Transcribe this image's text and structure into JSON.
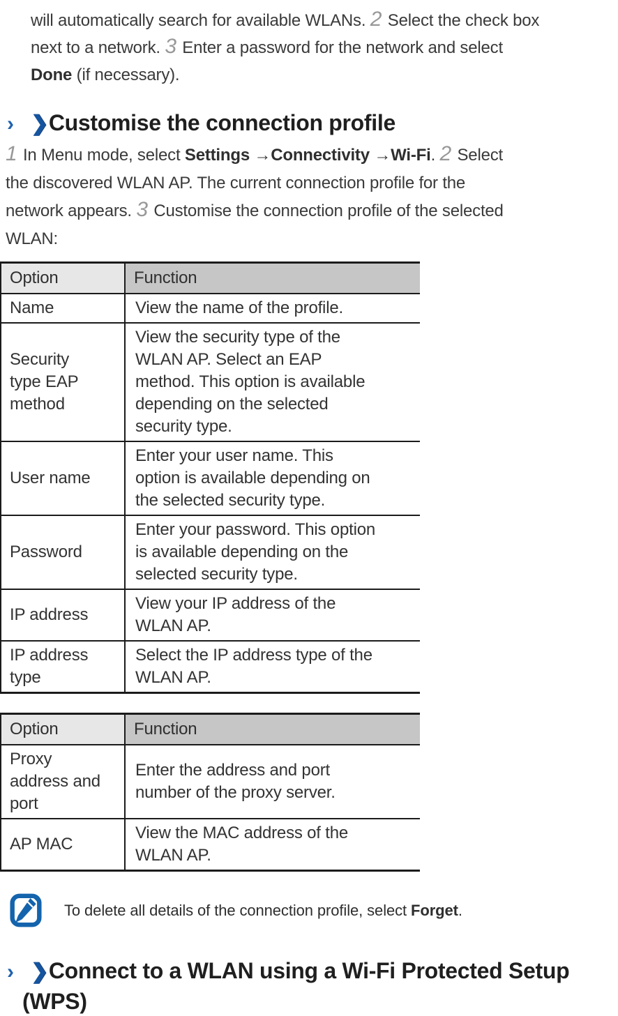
{
  "intro": {
    "l1a": "will automatically search for available WLANs. ",
    "step2": "2",
    "l1b": " Select the check box",
    "l2a": "next to a network. ",
    "step3": "3",
    "l2b": " Enter a password for the network and select",
    "l3_bold": "Done",
    "l3b": " (if necessary)."
  },
  "section1": {
    "marker": "›",
    "chevron": "❯",
    "title": "Customise the connection profile"
  },
  "steps": {
    "step1": "1",
    "t1": " In Menu mode, select ",
    "b1": "Settings",
    "t2": " →",
    "b2": "Connectivity",
    "t3": " →",
    "b3": "Wi-Fi",
    "t4": ". ",
    "step2": "2",
    "t5": " Select",
    "l2": "the discovered WLAN AP. The current connection profile for the",
    "l3a": "network appears. ",
    "step3": "3",
    "l3b": " Customise the connection profile of the selected",
    "l4": "WLAN:"
  },
  "table1": {
    "headers": {
      "option": "Option",
      "function": "Function"
    },
    "rows": [
      {
        "option": "Name",
        "function": "View the name of the profile."
      },
      {
        "option": "Security\ntype EAP\nmethod",
        "function": "View the security type of the\nWLAN AP. Select an EAP\nmethod. This option is available\ndepending on the selected\nsecurity type."
      },
      {
        "option": "User name",
        "function": "Enter your user name. This\noption is available depending on\nthe selected security type."
      },
      {
        "option": "Password",
        "function": "Enter your password. This option\nis available depending on the\nselected security type."
      },
      {
        "option": "IP address",
        "function": "View your IP address of the\nWLAN AP."
      },
      {
        "option": "IP address\ntype",
        "function": "Select the IP address type of the\nWLAN AP."
      }
    ]
  },
  "table2": {
    "headers": {
      "option": "Option",
      "function": "Function"
    },
    "rows": [
      {
        "option": "Proxy\naddress and\nport",
        "function": "Enter the address and port\nnumber of the proxy server."
      },
      {
        "option": "AP MAC",
        "function": "View the MAC address of the\nWLAN AP."
      }
    ]
  },
  "note": {
    "icon": "pencil-note-icon",
    "pre": "To delete all details of the connection profile, select ",
    "bold": "Forget",
    "post": "."
  },
  "section2": {
    "marker": "›",
    "chevron": "❯",
    "title_line1": "Connect to a WLAN using a Wi-Fi Protected Setup",
    "title_line2": "(WPS)"
  },
  "colors": {
    "accent_blue": "#1f63ae",
    "chevron_blue": "#15549f",
    "header_option_bg": "#e7e7e7",
    "header_function_bg": "#c6c6c6",
    "step_number_gray": "#989898",
    "body_text": "#3a3a3a",
    "table_border": "#1b1b1b"
  }
}
